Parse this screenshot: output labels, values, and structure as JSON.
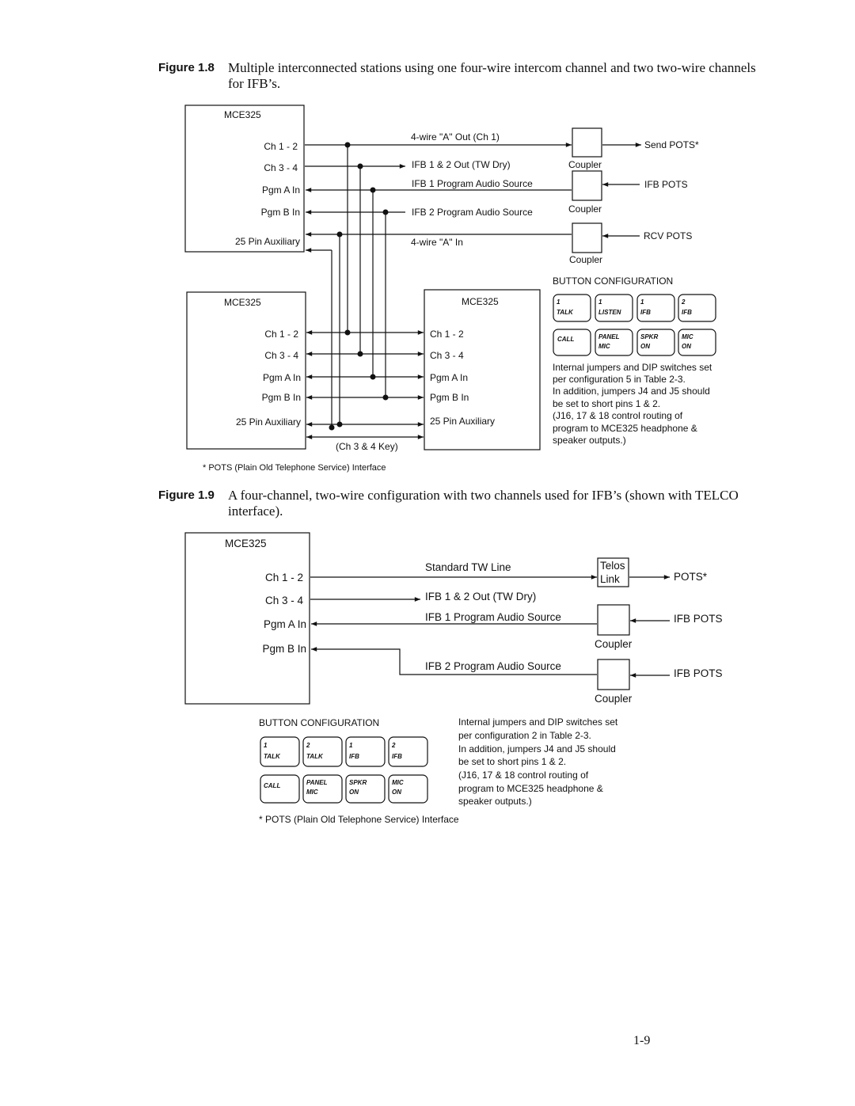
{
  "fig18": {
    "number": "Figure 1.8",
    "caption": "Multiple interconnected stations using one four-wire intercom channel and two two-wire channels for IFB’s.",
    "top_unit": {
      "title": "MCE325",
      "ports": [
        "Ch 1 - 2",
        "Ch 3 - 4",
        "Pgm A In",
        "Pgm B In",
        "25 Pin Auxiliary"
      ]
    },
    "left_unit": {
      "title": "MCE325",
      "ports": [
        "Ch 1 - 2",
        "Ch 3 - 4",
        "Pgm A In",
        "Pgm B In",
        "25 Pin Auxiliary"
      ]
    },
    "right_unit": {
      "title": "MCE325",
      "ports": [
        "Ch 1 - 2",
        "Ch 3 - 4",
        "Pgm A In",
        "Pgm B In",
        "25 Pin Auxiliary"
      ]
    },
    "signals": [
      "4-wire \"A\" Out (Ch 1)",
      "IFB 1 & 2 Out (TW Dry)",
      "IFB 1 Program Audio Source",
      "IFB 2 Program Audio Source",
      "4-wire \"A\" In"
    ],
    "couplers": [
      "Coupler",
      "Coupler",
      "Coupler"
    ],
    "pots": [
      "Send POTS*",
      "IFB POTS",
      "RCV POTS"
    ],
    "key_bus": "(Ch 3 & 4 Key)",
    "button_title": "BUTTON CONFIGURATION",
    "buttons_row1": [
      {
        "num": "1",
        "name": "TALK"
      },
      {
        "num": "1",
        "name": "LISTEN"
      },
      {
        "num": "1",
        "name": "IFB"
      },
      {
        "num": "2",
        "name": "IFB"
      }
    ],
    "buttons_row2": [
      {
        "l1": "CALL",
        "l2": ""
      },
      {
        "l1": "PANEL",
        "l2": "MIC"
      },
      {
        "l1": "SPKR",
        "l2": "ON"
      },
      {
        "l1": "MIC",
        "l2": "ON"
      }
    ],
    "notes": [
      "Internal jumpers and DIP switches set",
      "per configuration 5 in Table 2-3.",
      "In addition, jumpers J4 and J5 should",
      "be set to short pins 1 & 2.",
      "(J16, 17 & 18 control routing of",
      "program to MCE325 headphone &",
      "speaker outputs.)"
    ],
    "footnote": "* POTS (Plain Old Telephone Service) Interface"
  },
  "fig19": {
    "number": "Figure 1.9",
    "caption": "A four-channel, two-wire configuration with two channels used for IFB’s (shown with TELCO interface).",
    "unit": {
      "title": "MCE325",
      "ports": [
        "Ch 1 - 2",
        "Ch 3 - 4",
        "Pgm A In",
        "Pgm B In"
      ]
    },
    "signals": [
      "Standard TW Line",
      "IFB 1 & 2 Out (TW Dry)",
      "IFB 1 Program Audio Source",
      "IFB 2 Program Audio Source"
    ],
    "telos": [
      "Telos",
      "Link"
    ],
    "couplers": [
      "Coupler",
      "Coupler"
    ],
    "pots": [
      "POTS*",
      "IFB POTS",
      "IFB POTS"
    ],
    "button_title": "BUTTON CONFIGURATION",
    "buttons_row1": [
      {
        "num": "1",
        "name": "TALK"
      },
      {
        "num": "2",
        "name": "TALK"
      },
      {
        "num": "1",
        "name": "IFB"
      },
      {
        "num": "2",
        "name": "IFB"
      }
    ],
    "buttons_row2": [
      {
        "l1": "CALL",
        "l2": ""
      },
      {
        "l1": "PANEL",
        "l2": "MIC"
      },
      {
        "l1": "SPKR",
        "l2": "ON"
      },
      {
        "l1": "MIC",
        "l2": "ON"
      }
    ],
    "notes": [
      "Internal jumpers and DIP switches set",
      "per configuration 2 in Table 2-3.",
      "In addition, jumpers J4 and J5 should",
      "be set to short pins 1 & 2.",
      "(J16, 17 & 18 control routing of",
      "program to MCE325 headphone &",
      "speaker outputs.)"
    ],
    "footnote": "* POTS (Plain Old Telephone Service) Interface"
  },
  "page_number": "1-9"
}
